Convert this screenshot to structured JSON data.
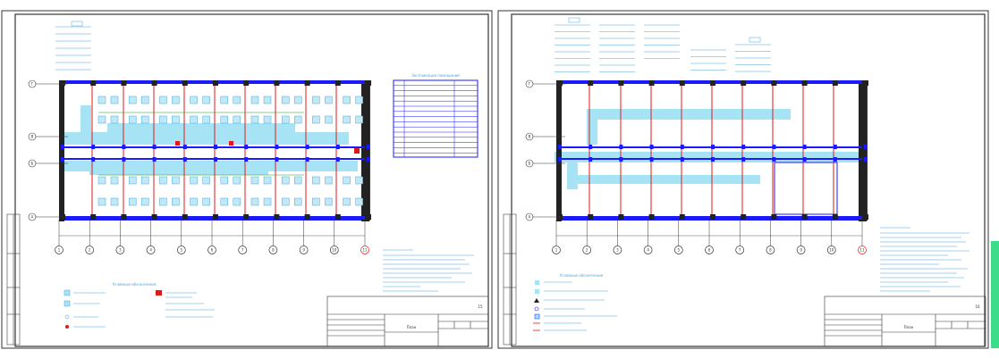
{
  "sheets": [
    {
      "id": "sheet-1",
      "axes_letters": [
        "Г",
        "В",
        "Б",
        "А"
      ],
      "axes_numbers": [
        "1",
        "2",
        "3",
        "4",
        "5",
        "6",
        "7",
        "8",
        "9",
        "10",
        "11"
      ],
      "table_title": "Экспликация помещений",
      "legend_title": "Условные обозначения",
      "stamp_title": "План",
      "sheet_number": "15"
    },
    {
      "id": "sheet-2",
      "axes_letters": [
        "Г",
        "В",
        "Б",
        "А"
      ],
      "axes_numbers": [
        "1",
        "2",
        "3",
        "4",
        "5",
        "6",
        "7",
        "8",
        "9",
        "10",
        "11"
      ],
      "legend_title": "Условные обозначения",
      "stamp_title": "План",
      "sheet_number": "16"
    }
  ],
  "colors": {
    "cyan_fill": "#a6e3f5",
    "blue": "#1a1aff",
    "dark": "#222222",
    "red": "#e01818",
    "green": "#18a018",
    "text_blue": "#4aa6d9",
    "edge_tab": "#3ddc8a"
  }
}
